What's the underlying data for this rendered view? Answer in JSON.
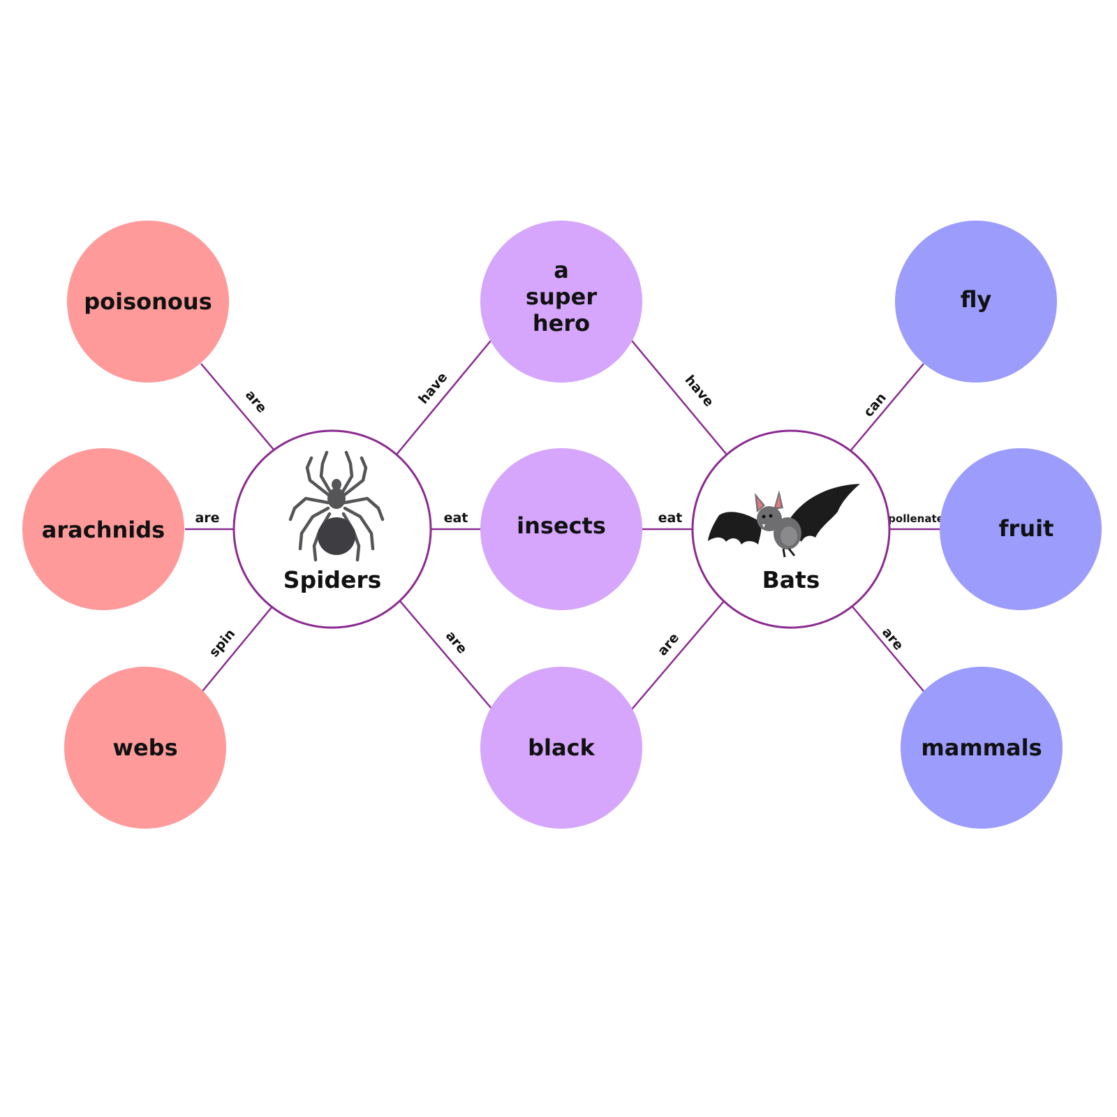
{
  "colors": {
    "line": "#8b2a91",
    "spider_group": "#fe9a9a",
    "shared_group": "#d5a6fc",
    "bat_group": "#9b9cfc",
    "hub_fill": "#ffffff"
  },
  "hubs": {
    "spiders": {
      "label": "Spiders",
      "icon": "spider-icon"
    },
    "bats": {
      "label": "Bats",
      "icon": "bat-icon"
    }
  },
  "nodes": {
    "poisonous": {
      "lines": [
        "poisonous"
      ]
    },
    "arachnids": {
      "lines": [
        "arachnids"
      ]
    },
    "webs": {
      "lines": [
        "webs"
      ]
    },
    "superhero": {
      "lines": [
        "a",
        "super",
        "hero"
      ]
    },
    "insects": {
      "lines": [
        "insects"
      ]
    },
    "black": {
      "lines": [
        "black"
      ]
    },
    "fly": {
      "lines": [
        "fly"
      ]
    },
    "fruit": {
      "lines": [
        "fruit"
      ]
    },
    "mammals": {
      "lines": [
        "mammals"
      ]
    }
  },
  "edges": {
    "spiders_poisonous": "are",
    "spiders_arachnids": "are",
    "spiders_webs": "spin",
    "spiders_superhero": "have",
    "spiders_insects": "eat",
    "spiders_black": "are",
    "bats_superhero": "have",
    "bats_insects": "eat",
    "bats_black": "are",
    "bats_fly": "can",
    "bats_fruit": "pollenate",
    "bats_mammals": "are"
  }
}
